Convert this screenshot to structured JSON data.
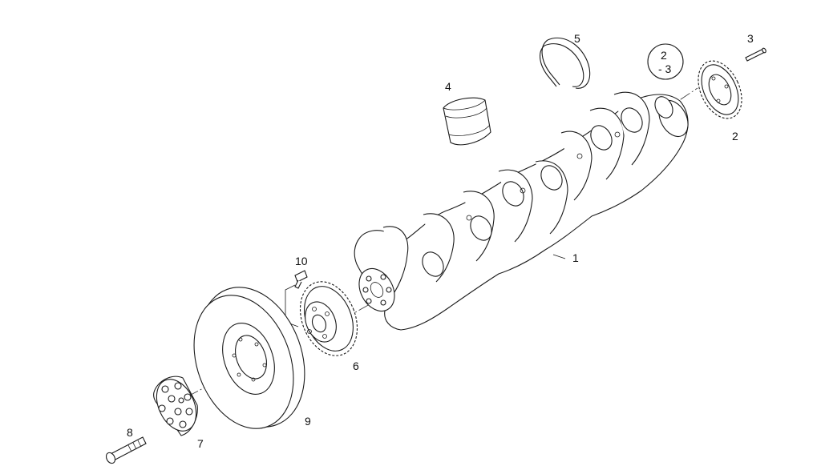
{
  "diagram": {
    "callouts": {
      "p1": "1",
      "p2": "2",
      "p3": "3",
      "p4": "4",
      "p5": "5",
      "p6": "6",
      "p7": "7",
      "p8": "8",
      "p9": "9",
      "p10": "10",
      "note_line1": "2",
      "note_line2": "- 3"
    }
  }
}
